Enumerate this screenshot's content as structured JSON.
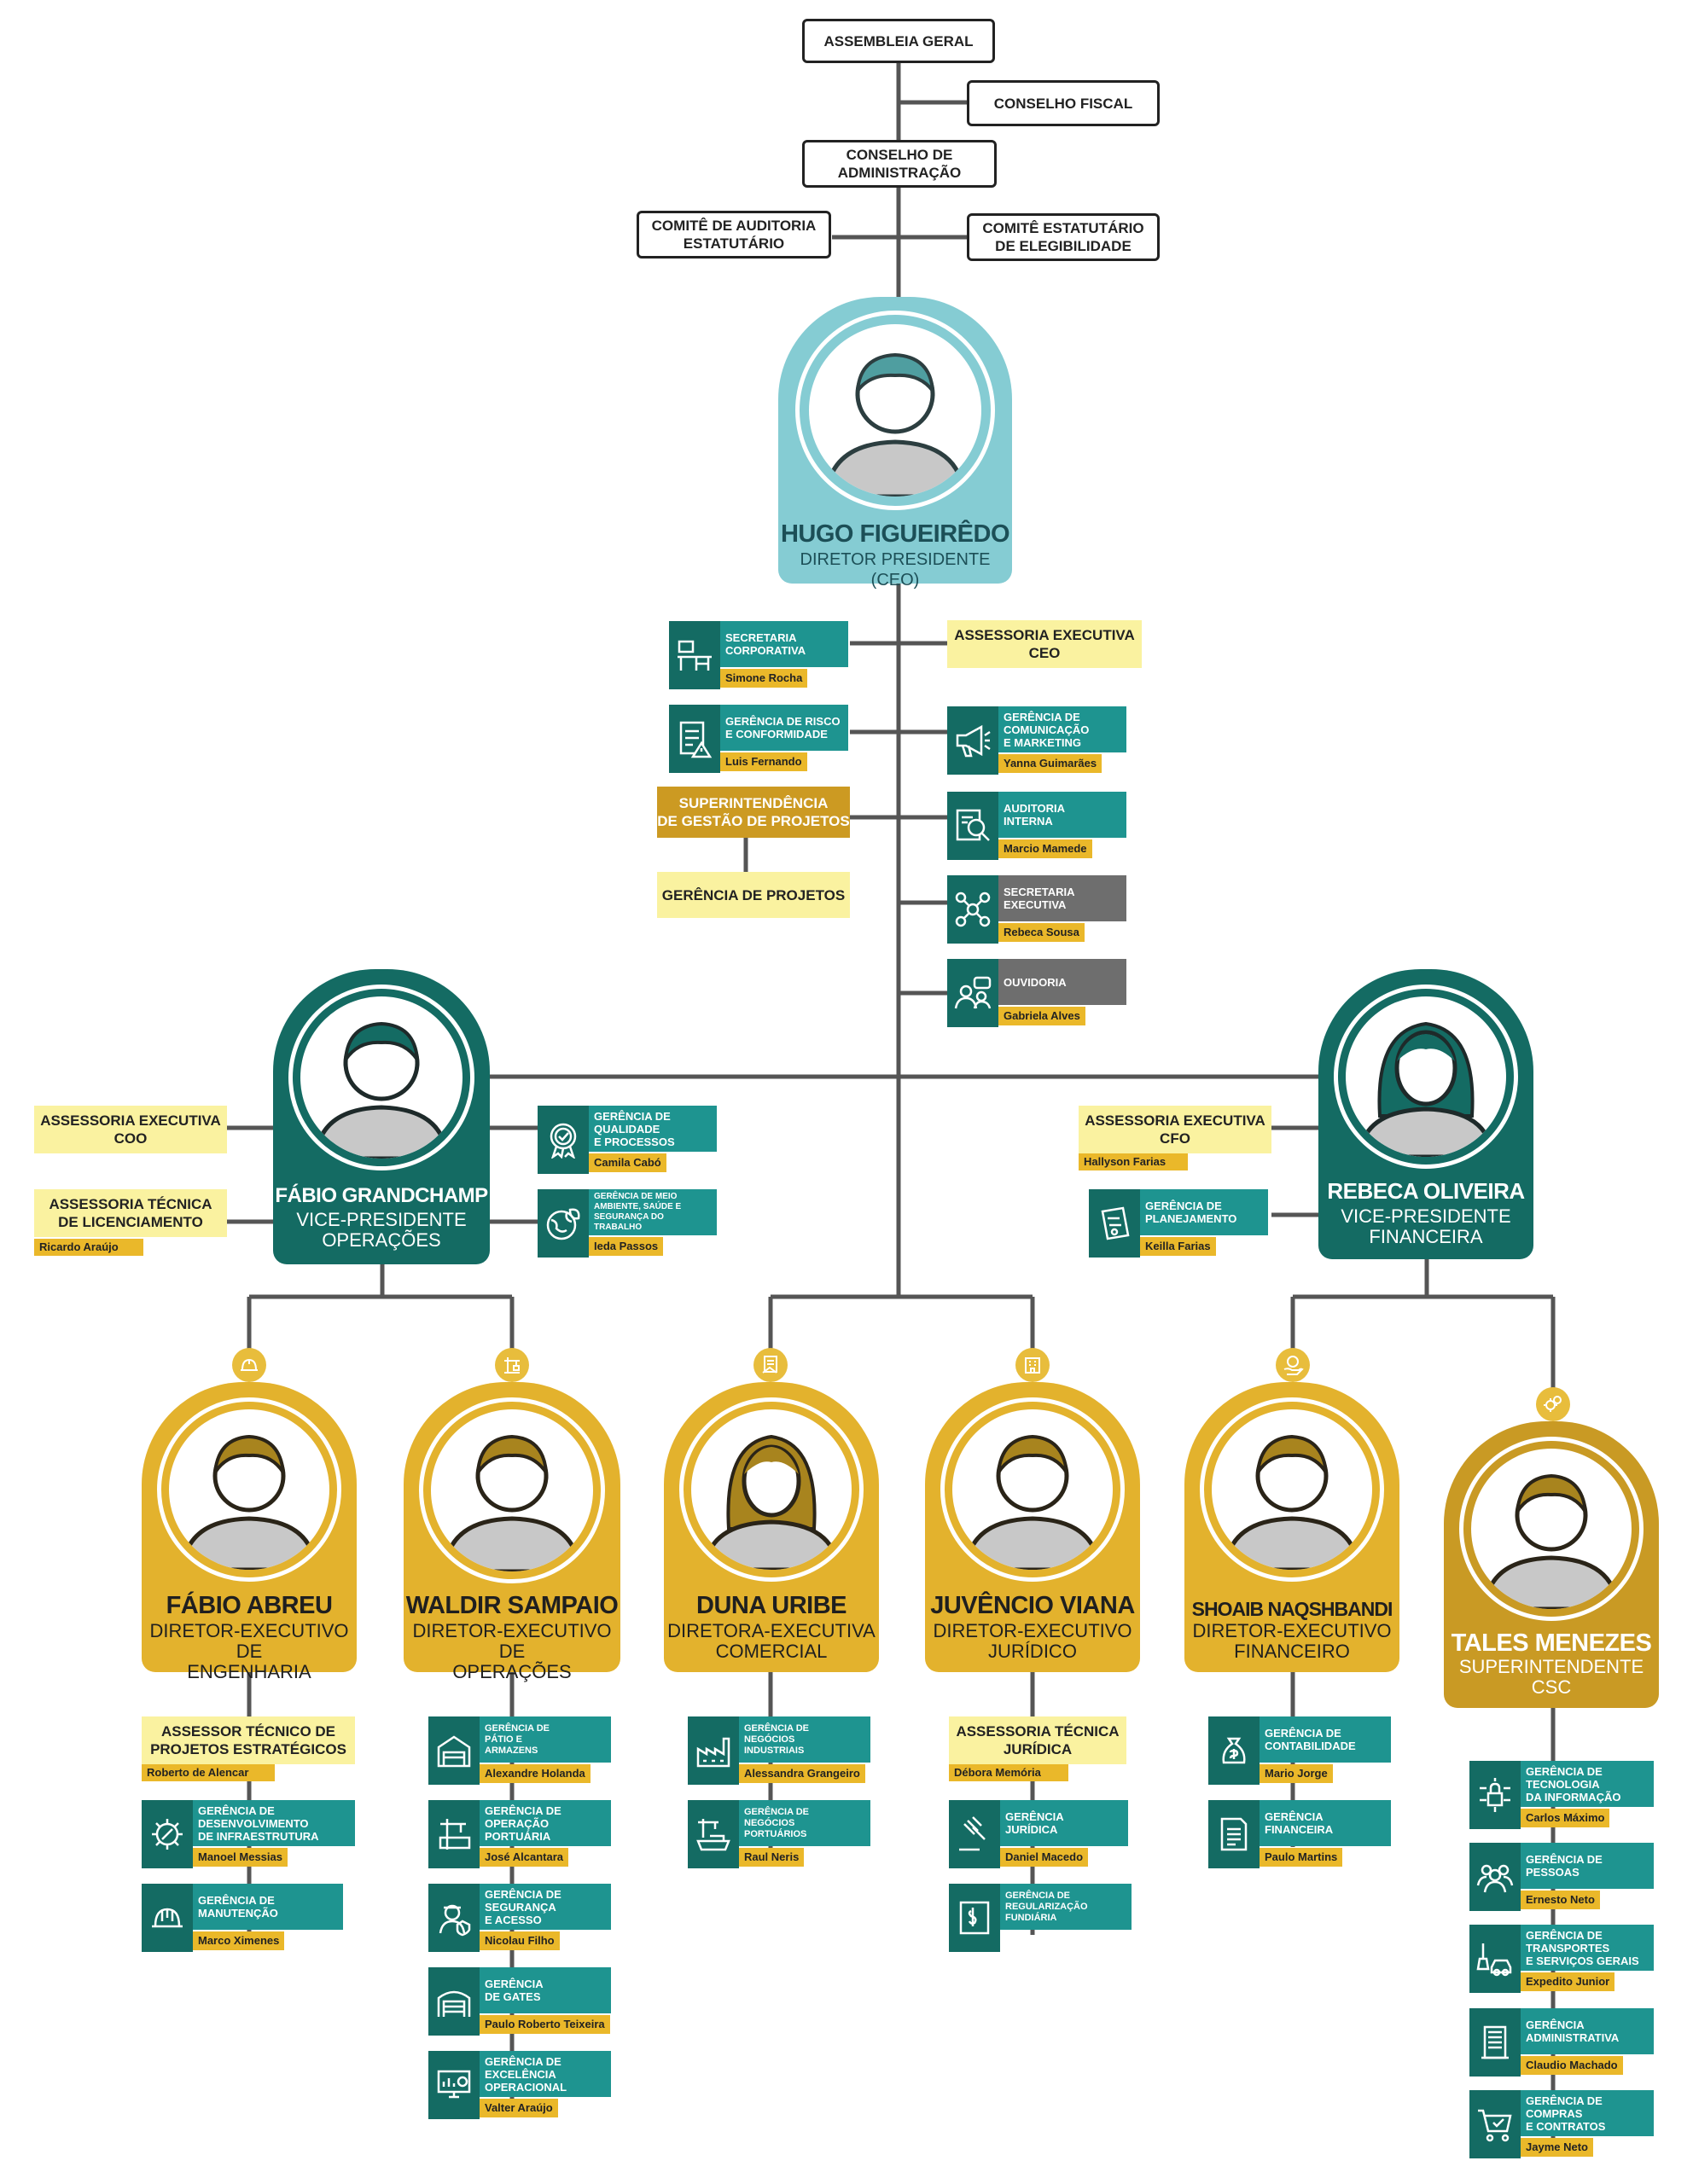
{
  "governance": {
    "assembleia": "ASSEMBLEIA GERAL",
    "conselho_fiscal": "CONSELHO FISCAL",
    "conselho_admin": "CONSELHO DE\nADMINISTRAÇÃO",
    "comite_auditoria": "COMITÊ DE AUDITORIA\nESTATUTÁRIO",
    "comite_elegibilidade": "COMITÊ ESTATUTÁRIO\nDE ELEGIBILIDADE"
  },
  "ceo": {
    "name": "HUGO FIGUEIRÊDO",
    "role": "DIRETOR PRESIDENTE (CEO)"
  },
  "ceo_units": {
    "secretaria_corporativa": {
      "title": "SECRETARIA\nCORPORATIVA",
      "person": "Simone Rocha",
      "icon": "desk-icon"
    },
    "risco": {
      "title": "GERÊNCIA DE RISCO\nE CONFORMIDADE",
      "person": "Luis Fernando",
      "icon": "checklist-warning-icon"
    },
    "superintendencia": "SUPERINTENDÊNCIA\nDE GESTÃO DE PROJETOS",
    "gerencia_projetos": "GERÊNCIA DE PROJETOS",
    "assessoria_ceo": "ASSESSORIA EXECUTIVA\nCEO",
    "comunicacao": {
      "title": "GERÊNCIA DE\nCOMUNICAÇÃO\nE MARKETING",
      "person": "Yanna Guimarães",
      "icon": "megaphone-icon"
    },
    "auditoria": {
      "title": "AUDITORIA\nINTERNA",
      "person": "Marcio Mamede",
      "icon": "audit-magnifier-icon"
    },
    "secretaria_executiva": {
      "title": "SECRETARIA\nEXECUTIVA",
      "person": "Rebeca Sousa",
      "icon": "network-gear-icon"
    },
    "ouvidoria": {
      "title": "OUVIDORIA",
      "person": "Gabriela Alves",
      "icon": "people-chat-icon"
    }
  },
  "vp_operacoes": {
    "name": "FÁBIO GRANDCHAMP",
    "role": "VICE-PRESIDENTE\nOPERAÇÕES",
    "assessoria_coo": "ASSESSORIA EXECUTIVA\nCOO",
    "assessoria_tecnica": "ASSESSORIA TÉCNICA\nDE LICENCIAMENTO",
    "assessoria_tecnica_person": "Ricardo Araújo",
    "qualidade": {
      "title": "GERÊNCIA DE\nQUALIDADE\nE PROCESSOS",
      "person": "Camila Cabó",
      "icon": "award-badge-icon"
    },
    "meio_ambiente": {
      "title": "GERÊNCIA DE MEIO\nAMBIENTE, SAÚDE E\nSEGURANÇA DO TRABALHO",
      "person": "Ieda Passos",
      "icon": "globe-leaf-icon"
    }
  },
  "vp_financeira": {
    "name": "REBECA OLIVEIRA",
    "role": "VICE-PRESIDENTE\nFINANCEIRA",
    "assessoria_cfo": "ASSESSORIA EXECUTIVA\nCFO",
    "assessoria_cfo_person": "Hallyson Farias",
    "planejamento": {
      "title": "GERÊNCIA DE\nPLANEJAMENTO",
      "person": "Keilla Farias",
      "icon": "clipboard-plan-icon"
    }
  },
  "directors": [
    {
      "name": "FÁBIO ABREU",
      "role": "DIRETOR-EXECUTIVO DE\nENGENHARIA",
      "badge": "hardhat-icon"
    },
    {
      "name": "WALDIR SAMPAIO",
      "role": "DIRETOR-EXECUTIVO DE\nOPERAÇÕES",
      "badge": "port-crane-icon"
    },
    {
      "name": "DUNA URIBE",
      "role": "DIRETORA-EXECUTIVA\nCOMERCIAL",
      "badge": "handshake-doc-icon"
    },
    {
      "name": "JUVÊNCIO VIANA",
      "role": "DIRETOR-EXECUTIVO\nJURÍDICO",
      "badge": "building-icon"
    },
    {
      "name": "SHOAIB NAQSHBANDI",
      "role": "DIRETOR-EXECUTIVO\nFINANCEIRO",
      "badge": "money-hand-icon"
    },
    {
      "name": "TALES MENEZES",
      "role": "SUPERINTENDENTE CSC",
      "badge": "gears-icon"
    }
  ],
  "engenharia": {
    "assessor": "ASSESSOR TÉCNICO DE\nPROJETOS ESTRATÉGICOS",
    "assessor_person": "Roberto de Alencar",
    "units": [
      {
        "title": "GERÊNCIA DE\nDESENVOLVIMENTO\nDE INFRAESTRUTURA",
        "person": "Manoel Messias",
        "icon": "gear-wrench-icon"
      },
      {
        "title": "GERÊNCIA DE\nMANUTENÇÃO",
        "person": "Marco Ximenes",
        "icon": "hardhat-icon"
      }
    ]
  },
  "operacoes": [
    {
      "title": "GERÊNCIA DE\nPÁTIO E\nARMAZENS",
      "person": "Alexandre Holanda",
      "icon": "warehouse-icon"
    },
    {
      "title": "GERÊNCIA DE\nOPERAÇÃO\nPORTUÁRIA",
      "person": "José Alcantara",
      "icon": "crane-container-icon"
    },
    {
      "title": "GERÊNCIA DE\nSEGURANÇA\nE ACESSO",
      "person": "Nicolau Filho",
      "icon": "security-guard-icon"
    },
    {
      "title": "GERÊNCIA\nDE GATES",
      "person": "Paulo Roberto Teixeira",
      "icon": "gate-icon"
    },
    {
      "title": "GERÊNCIA DE\nEXCELÊNCIA\nOPERACIONAL",
      "person": "Valter Araújo",
      "icon": "monitor-chart-icon"
    }
  ],
  "comercial": [
    {
      "title": "GERÊNCIA DE\nNEGÓCIOS\nINDUSTRIAIS",
      "person": "Alessandra Grangeiro",
      "icon": "factory-icon"
    },
    {
      "title": "GERÊNCIA DE\nNEGÓCIOS\nPORTUÁRIOS",
      "person": "Raul Neris",
      "icon": "port-ship-icon"
    }
  ],
  "juridico": {
    "assessoria": "ASSESSORIA TÉCNICA\nJURÍDICA",
    "assessoria_person": "Débora Memória",
    "units": [
      {
        "title": "GERÊNCIA\nJURÍDICA",
        "person": "Daniel Macedo",
        "icon": "gavel-icon"
      },
      {
        "title": "GERÊNCIA DE\nREGULARIZAÇÃO\nFUNDIÁRIA",
        "person": "",
        "icon": "land-money-icon"
      }
    ]
  },
  "financeiro": [
    {
      "title": "GERÊNCIA DE\nCONTABILIDADE",
      "person": "Mario Jorge",
      "icon": "money-bag-icon"
    },
    {
      "title": "GERÊNCIA\nFINANCEIRA",
      "person": "Paulo Martins",
      "icon": "invoice-icon"
    }
  ],
  "csc": [
    {
      "title": "GERÊNCIA DE\nTECNOLOGIA\nDA INFORMAÇÃO",
      "person": "Carlos Máximo",
      "icon": "circuit-lock-icon"
    },
    {
      "title": "GERÊNCIA DE\nPESSOAS",
      "person": "Ernesto Neto",
      "icon": "people-group-icon"
    },
    {
      "title": "GERÊNCIA DE\nTRANSPORTES\nE SERVIÇOS GERAIS",
      "person": "Expedito Junior",
      "icon": "cleaning-car-icon"
    },
    {
      "title": "GERÊNCIA\nADMINISTRATIVA",
      "person": "Claudio Machado",
      "icon": "office-building-icon"
    },
    {
      "title": "GERÊNCIA DE\nCOMPRAS\nE CONTRATOS",
      "person": "Jayme Neto",
      "icon": "shopping-cart-icon"
    }
  ],
  "colors": {
    "teal_dark": "#146b63",
    "teal": "#1e9490",
    "gold": "#e3b22d",
    "yellow_tag": "#eab82a",
    "light_yellow": "#faf2a0",
    "ceo_blue": "#85ccd3",
    "grey": "#6e6e6e"
  }
}
